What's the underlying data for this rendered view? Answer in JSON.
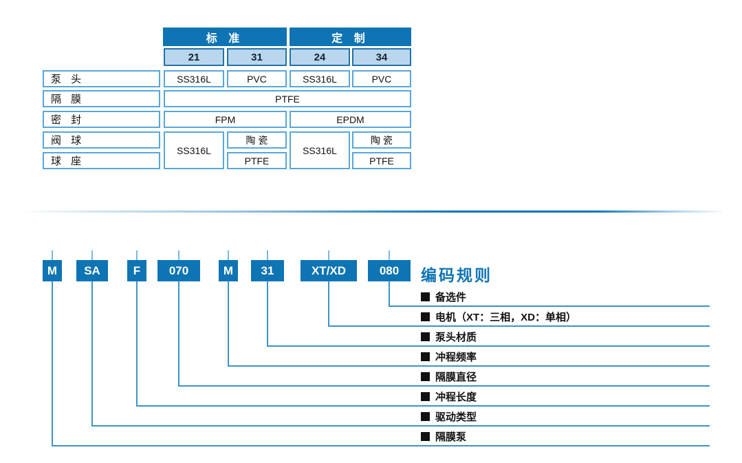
{
  "materials_table": {
    "group_headers": [
      "标 准",
      "定 制"
    ],
    "code_columns": [
      "21",
      "31",
      "24",
      "34"
    ],
    "rows": [
      {
        "label": "泵 头",
        "cells": [
          "SS316L",
          "PVC",
          "SS316L",
          "PVC"
        ]
      },
      {
        "label": "隔 膜",
        "cells": [
          "PTFE"
        ]
      },
      {
        "label": "密 封",
        "cells": [
          "FPM",
          "EPDM"
        ]
      },
      {
        "label": "阀 球",
        "cells": [
          "SS316L",
          "陶 瓷",
          "SS316L",
          "陶 瓷"
        ]
      },
      {
        "label": "球 座",
        "cells": [
          "PTFE",
          "PTFE"
        ]
      }
    ]
  },
  "coding": {
    "title": "编码规则",
    "boxes": [
      "M",
      "SA",
      "F",
      "070",
      "M",
      "31",
      "XT/XD",
      "080"
    ],
    "labels": [
      "备选件",
      "电机（XT：三相，XD：单相）",
      "泵头材质",
      "冲程频率",
      "隔膜直径",
      "冲程长度",
      "驱动类型",
      "隔膜泵"
    ]
  },
  "colors": {
    "primary_blue": "#0e74b4",
    "light_cell_blue": "#b9d7ec",
    "code_cell_border": "#2470a8",
    "light_border_blue": "#58a6d7",
    "line_blue": "#3c93c8",
    "text_dark": "#111111"
  }
}
